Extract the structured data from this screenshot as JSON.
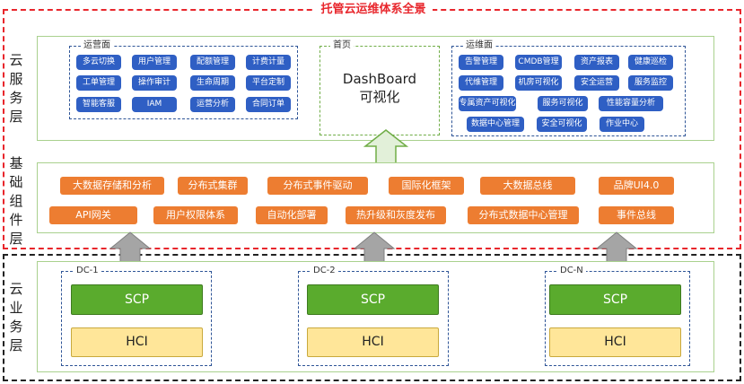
{
  "title": "托管云运维体系全景",
  "layers": {
    "cloud_service": "云服务层",
    "foundation": "基础组件层",
    "cloud_business": "云业务层"
  },
  "operations": {
    "label": "运营面",
    "items": [
      "多云切换",
      "用户管理",
      "配额管理",
      "计费计量",
      "工单管理",
      "操作审计",
      "生命周期",
      "平台定制",
      "智能客服",
      "IAM",
      "运营分析",
      "合同订单"
    ]
  },
  "home": {
    "label": "首页",
    "line1": "DashBoard",
    "line2": "可视化"
  },
  "maintenance": {
    "label": "运维面",
    "items": [
      "告警管理",
      "CMDB管理",
      "资产报表",
      "健康巡检",
      "代维管理",
      "机房可视化",
      "安全运营",
      "服务监控",
      "专属资产可视化",
      "服务可视化",
      "性能容量分析",
      "数据中心管理",
      "安全可视化",
      "作业中心"
    ]
  },
  "components": {
    "row1": [
      "大数据存储和分析",
      "分布式集群",
      "分布式事件驱动",
      "国际化框架",
      "大数据总线",
      "品牌UI4.0"
    ],
    "row2": [
      "API网关",
      "用户权限体系",
      "自动化部署",
      "热升级和灰度发布",
      "分布式数据中心管理",
      "事件总线"
    ]
  },
  "datacenters": [
    {
      "label": "DC-1",
      "scp": "SCP",
      "hci": "HCI"
    },
    {
      "label": "DC-2",
      "scp": "SCP",
      "hci": "HCI"
    },
    {
      "label": "DC-N",
      "scp": "SCP",
      "hci": "HCI"
    }
  ],
  "colors": {
    "accent_red": "#e8262c",
    "blue_button": "#2f5fc4",
    "orange_button": "#ed7d31",
    "green_scp": "#5aab2d",
    "yellow_hci": "#ffe699"
  }
}
